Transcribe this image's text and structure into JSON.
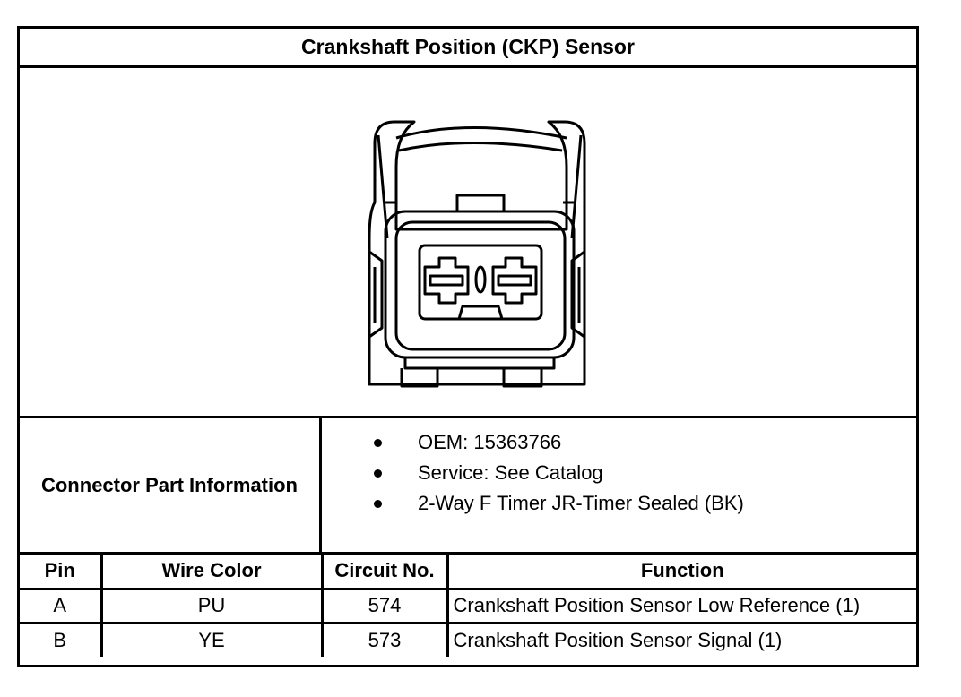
{
  "title": "Crankshaft Position (CKP) Sensor",
  "connector_info": {
    "label": "Connector Part Information",
    "items": [
      "OEM: 15363766",
      "Service: See Catalog",
      "2-Way F Timer JR-Timer Sealed (BK)"
    ]
  },
  "pin_table": {
    "headers": [
      "Pin",
      "Wire Color",
      "Circuit No.",
      "Function"
    ],
    "rows": [
      [
        "A",
        "PU",
        "574",
        "Crankshaft Position Sensor Low Reference (1)"
      ],
      [
        "B",
        "YE",
        "573",
        "Crankshaft Position Sensor Signal (1)"
      ]
    ]
  }
}
